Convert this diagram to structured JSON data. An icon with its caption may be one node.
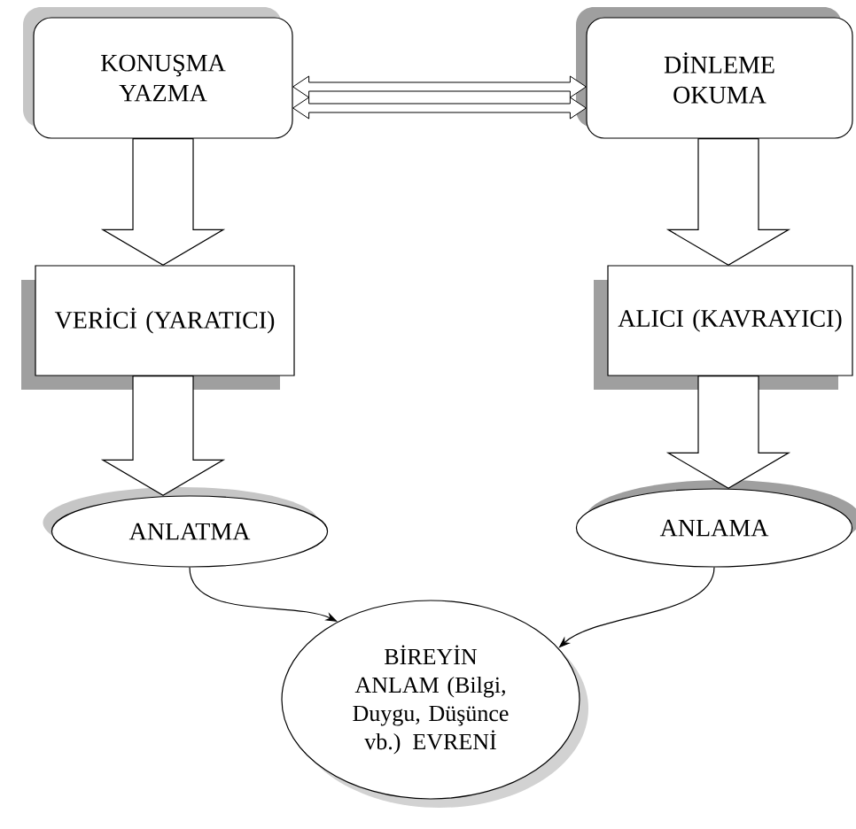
{
  "diagram": {
    "nodes": [
      {
        "text": [
          "KONUŞMA YAZMA"
        ]
      },
      {
        "text": [
          "DİNLEME OKUMA"
        ]
      },
      {
        "text": [
          "VERİCİ (YARATICI)"
        ]
      },
      {
        "text": [
          "ALICI (KAVRAYICI)"
        ]
      },
      {
        "text": [
          "ANLATMA"
        ]
      },
      {
        "text": [
          "ANLAMA"
        ]
      },
      {
        "text": [
          "BİREYİN ANLAM (Bilgi, Duygu, Düşünce vb.) EVRENİ"
        ]
      }
    ],
    "edges": [
      {
        "from": 0,
        "to": 1,
        "arrow": "both",
        "style": "thick"
      },
      {
        "from": 0,
        "to": 1,
        "arrow": "both",
        "style": "thick"
      },
      {
        "from": 0,
        "to": 2,
        "arrow": "to",
        "style": "thick"
      },
      {
        "from": 1,
        "to": 3,
        "arrow": "to",
        "style": "thick"
      },
      {
        "from": 2,
        "to": 4,
        "arrow": "to",
        "style": "thick"
      },
      {
        "from": 3,
        "to": 5,
        "arrow": "to",
        "style": "thick"
      },
      {
        "from": 4,
        "to": 6,
        "arrow": "to"
      },
      {
        "from": 5,
        "to": 6,
        "arrow": "to"
      }
    ]
  }
}
